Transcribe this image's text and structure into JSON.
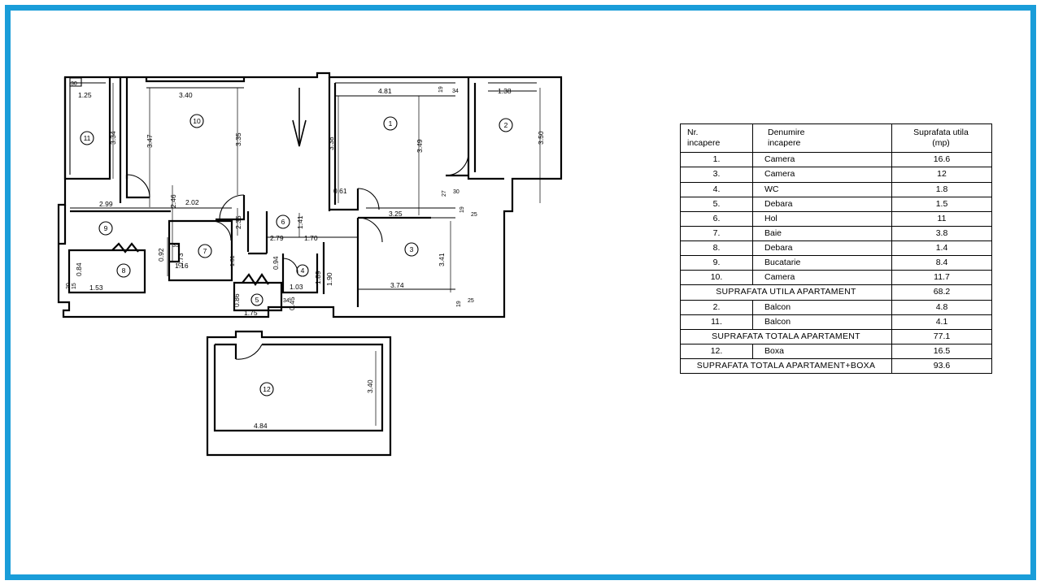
{
  "document": {
    "kind": "apartment-floor-plan",
    "border_color": "#1a9dd9",
    "background_color": "#ffffff",
    "ink_color": "#000000"
  },
  "north_arrow": {
    "name": "north-arrow",
    "direction": "down"
  },
  "schedule": {
    "headers": {
      "nr_line1": "Nr.",
      "nr_line2": "incapere",
      "name_line1": "Denumire",
      "name_line2": "incapere",
      "area_line1": "Suprafata  utila",
      "area_line2": "(mp)"
    },
    "rows": [
      {
        "type": "room",
        "nr": "1.",
        "name": "Camera",
        "area": "16.6"
      },
      {
        "type": "room",
        "nr": "3.",
        "name": "Camera",
        "area": "12"
      },
      {
        "type": "room",
        "nr": "4.",
        "name": "WC",
        "area": "1.8"
      },
      {
        "type": "room",
        "nr": "5.",
        "name": "Debara",
        "area": "1.5"
      },
      {
        "type": "room",
        "nr": "6.",
        "name": "Hol",
        "area": "11"
      },
      {
        "type": "room",
        "nr": "7.",
        "name": "Baie",
        "area": "3.8"
      },
      {
        "type": "room",
        "nr": "8.",
        "name": "Debara",
        "area": "1.4"
      },
      {
        "type": "room",
        "nr": "9.",
        "name": "Bucatarie",
        "area": "8.4"
      },
      {
        "type": "room",
        "nr": "10.",
        "name": "Camera",
        "area": "11.7"
      },
      {
        "type": "total",
        "label": "SUPRAFATA  UTILA  APARTAMENT",
        "area": "68.2"
      },
      {
        "type": "room",
        "nr": "2.",
        "name": "Balcon",
        "area": "4.8"
      },
      {
        "type": "room",
        "nr": "11.",
        "name": "Balcon",
        "area": "4.1"
      },
      {
        "type": "total",
        "label": "SUPRAFATA  TOTALA  APARTAMENT",
        "area": "77.1"
      },
      {
        "type": "room",
        "nr": "12.",
        "name": "Boxa",
        "area": "16.5"
      },
      {
        "type": "total",
        "label": "SUPRAFATA  TOTALA  APARTAMENT+BOXA",
        "area": "93.6"
      }
    ]
  },
  "plan": {
    "room_numbers": [
      "1",
      "2",
      "3",
      "4",
      "5",
      "6",
      "7",
      "8",
      "9",
      "10",
      "11",
      "12"
    ],
    "dimensions": {
      "room_11": {
        "width": "1.25",
        "height": "3.34",
        "notch": "30"
      },
      "room_10": {
        "width": "3.40",
        "height_left": "3.47",
        "height_right": "3.35"
      },
      "room_1": {
        "width": "4.81",
        "height_left": "3.38",
        "height_right": "3.49",
        "door": "0.61",
        "jamb": "34",
        "sill": "27",
        "pier": "30"
      },
      "room_2": {
        "width": "1.38",
        "height": "3.50"
      },
      "room_9": {
        "width": "2.99",
        "height": "2.46",
        "sub_width": "1.16",
        "sub_height": "0.92"
      },
      "room_8": {
        "width": "1.53",
        "height": "0.84",
        "a": "20",
        "b": "15"
      },
      "room_7": {
        "width": "2.02",
        "height": "2.35",
        "height2": "1.31",
        "notch_a": "35",
        "notch_b": "0.73"
      },
      "room_6": {
        "width": "2.79",
        "width2": "1.70",
        "height": "1.41",
        "height2": "0.94"
      },
      "room_4": {
        "width": "1.03",
        "height": "1.89",
        "height2": "1.90",
        "sub": "34",
        "sub2": "0.45"
      },
      "room_5": {
        "width": "1.75",
        "height": "0.86"
      },
      "room_3": {
        "width": "3.74",
        "width_top": "3.25",
        "height": "3.41",
        "e1": "19",
        "e2": "25",
        "e3": "19",
        "e4": "25"
      },
      "room_12": {
        "width": "4.84",
        "height": "3.40"
      }
    }
  }
}
